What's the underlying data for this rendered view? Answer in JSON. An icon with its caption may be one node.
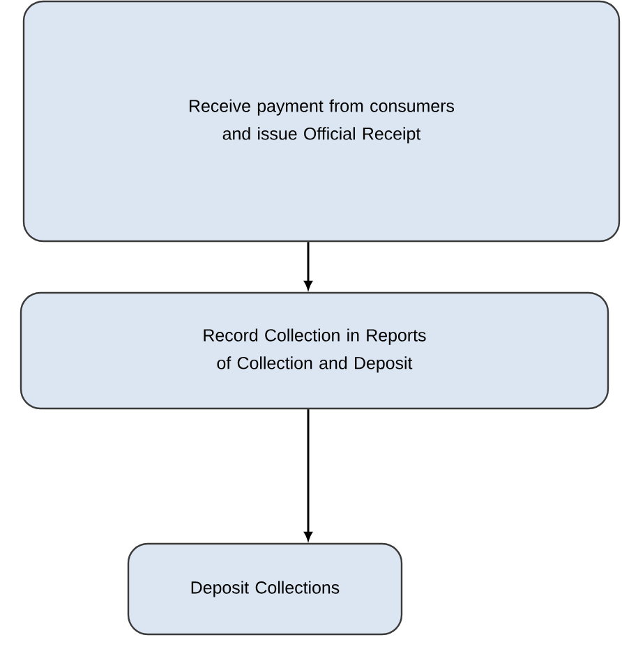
{
  "diagram": {
    "nodes": [
      {
        "text": [
          "Receive payment from consumers and issue Official Receipt"
        ]
      },
      {
        "text": [
          "Record Collection in Reports of Collection and Deposit"
        ]
      },
      {
        "text": [
          "Deposit Collections"
        ]
      }
    ],
    "edges": [
      {
        "from": 0,
        "to": 1,
        "arrow": "to"
      },
      {
        "from": 1,
        "to": 2,
        "arrow": "to"
      }
    ]
  }
}
